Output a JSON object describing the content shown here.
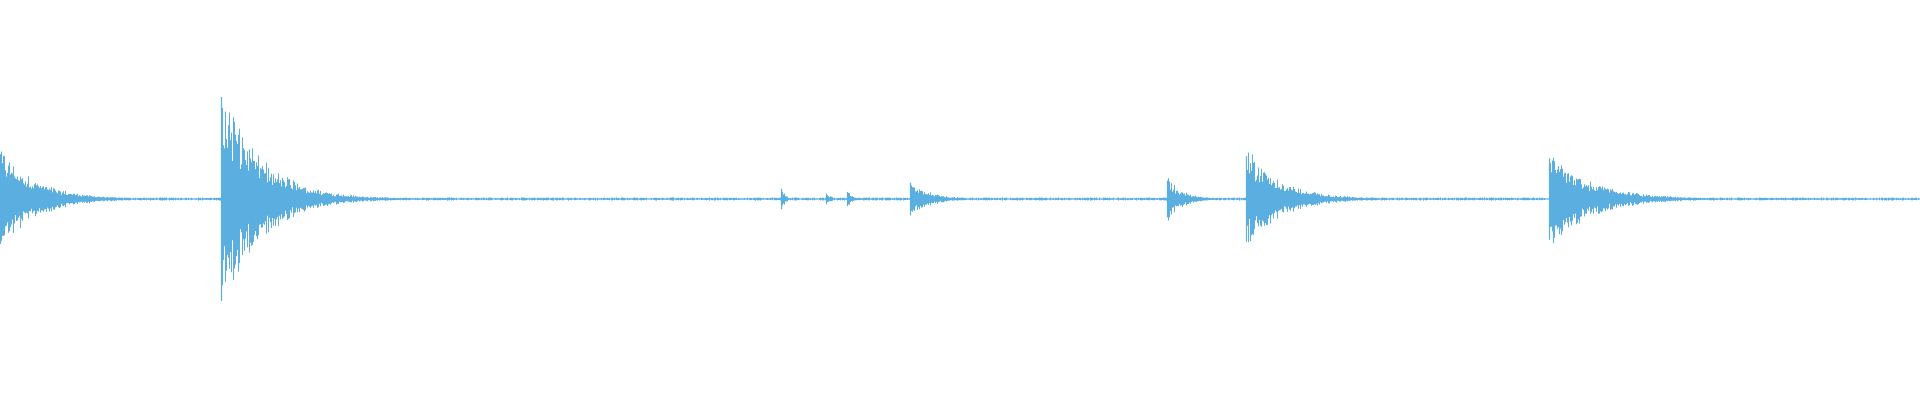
{
  "waveform": {
    "color": "#5aaee0",
    "background": "#ffffff",
    "transients": [
      {
        "time": 0.0,
        "amplitude": 0.44,
        "decay": 0.018
      },
      {
        "time": 0.115,
        "amplitude": 1.0,
        "decay": 0.02
      },
      {
        "time": 0.407,
        "amplitude": 0.1,
        "decay": 0.002
      },
      {
        "time": 0.43,
        "amplitude": 0.05,
        "decay": 0.003
      },
      {
        "time": 0.441,
        "amplitude": 0.07,
        "decay": 0.003
      },
      {
        "time": 0.474,
        "amplitude": 0.16,
        "decay": 0.01
      },
      {
        "time": 0.608,
        "amplitude": 0.18,
        "decay": 0.008
      },
      {
        "time": 0.649,
        "amplitude": 0.42,
        "decay": 0.018
      },
      {
        "time": 0.807,
        "amplitude": 0.4,
        "decay": 0.022
      }
    ],
    "noise_floor": 0.012
  }
}
